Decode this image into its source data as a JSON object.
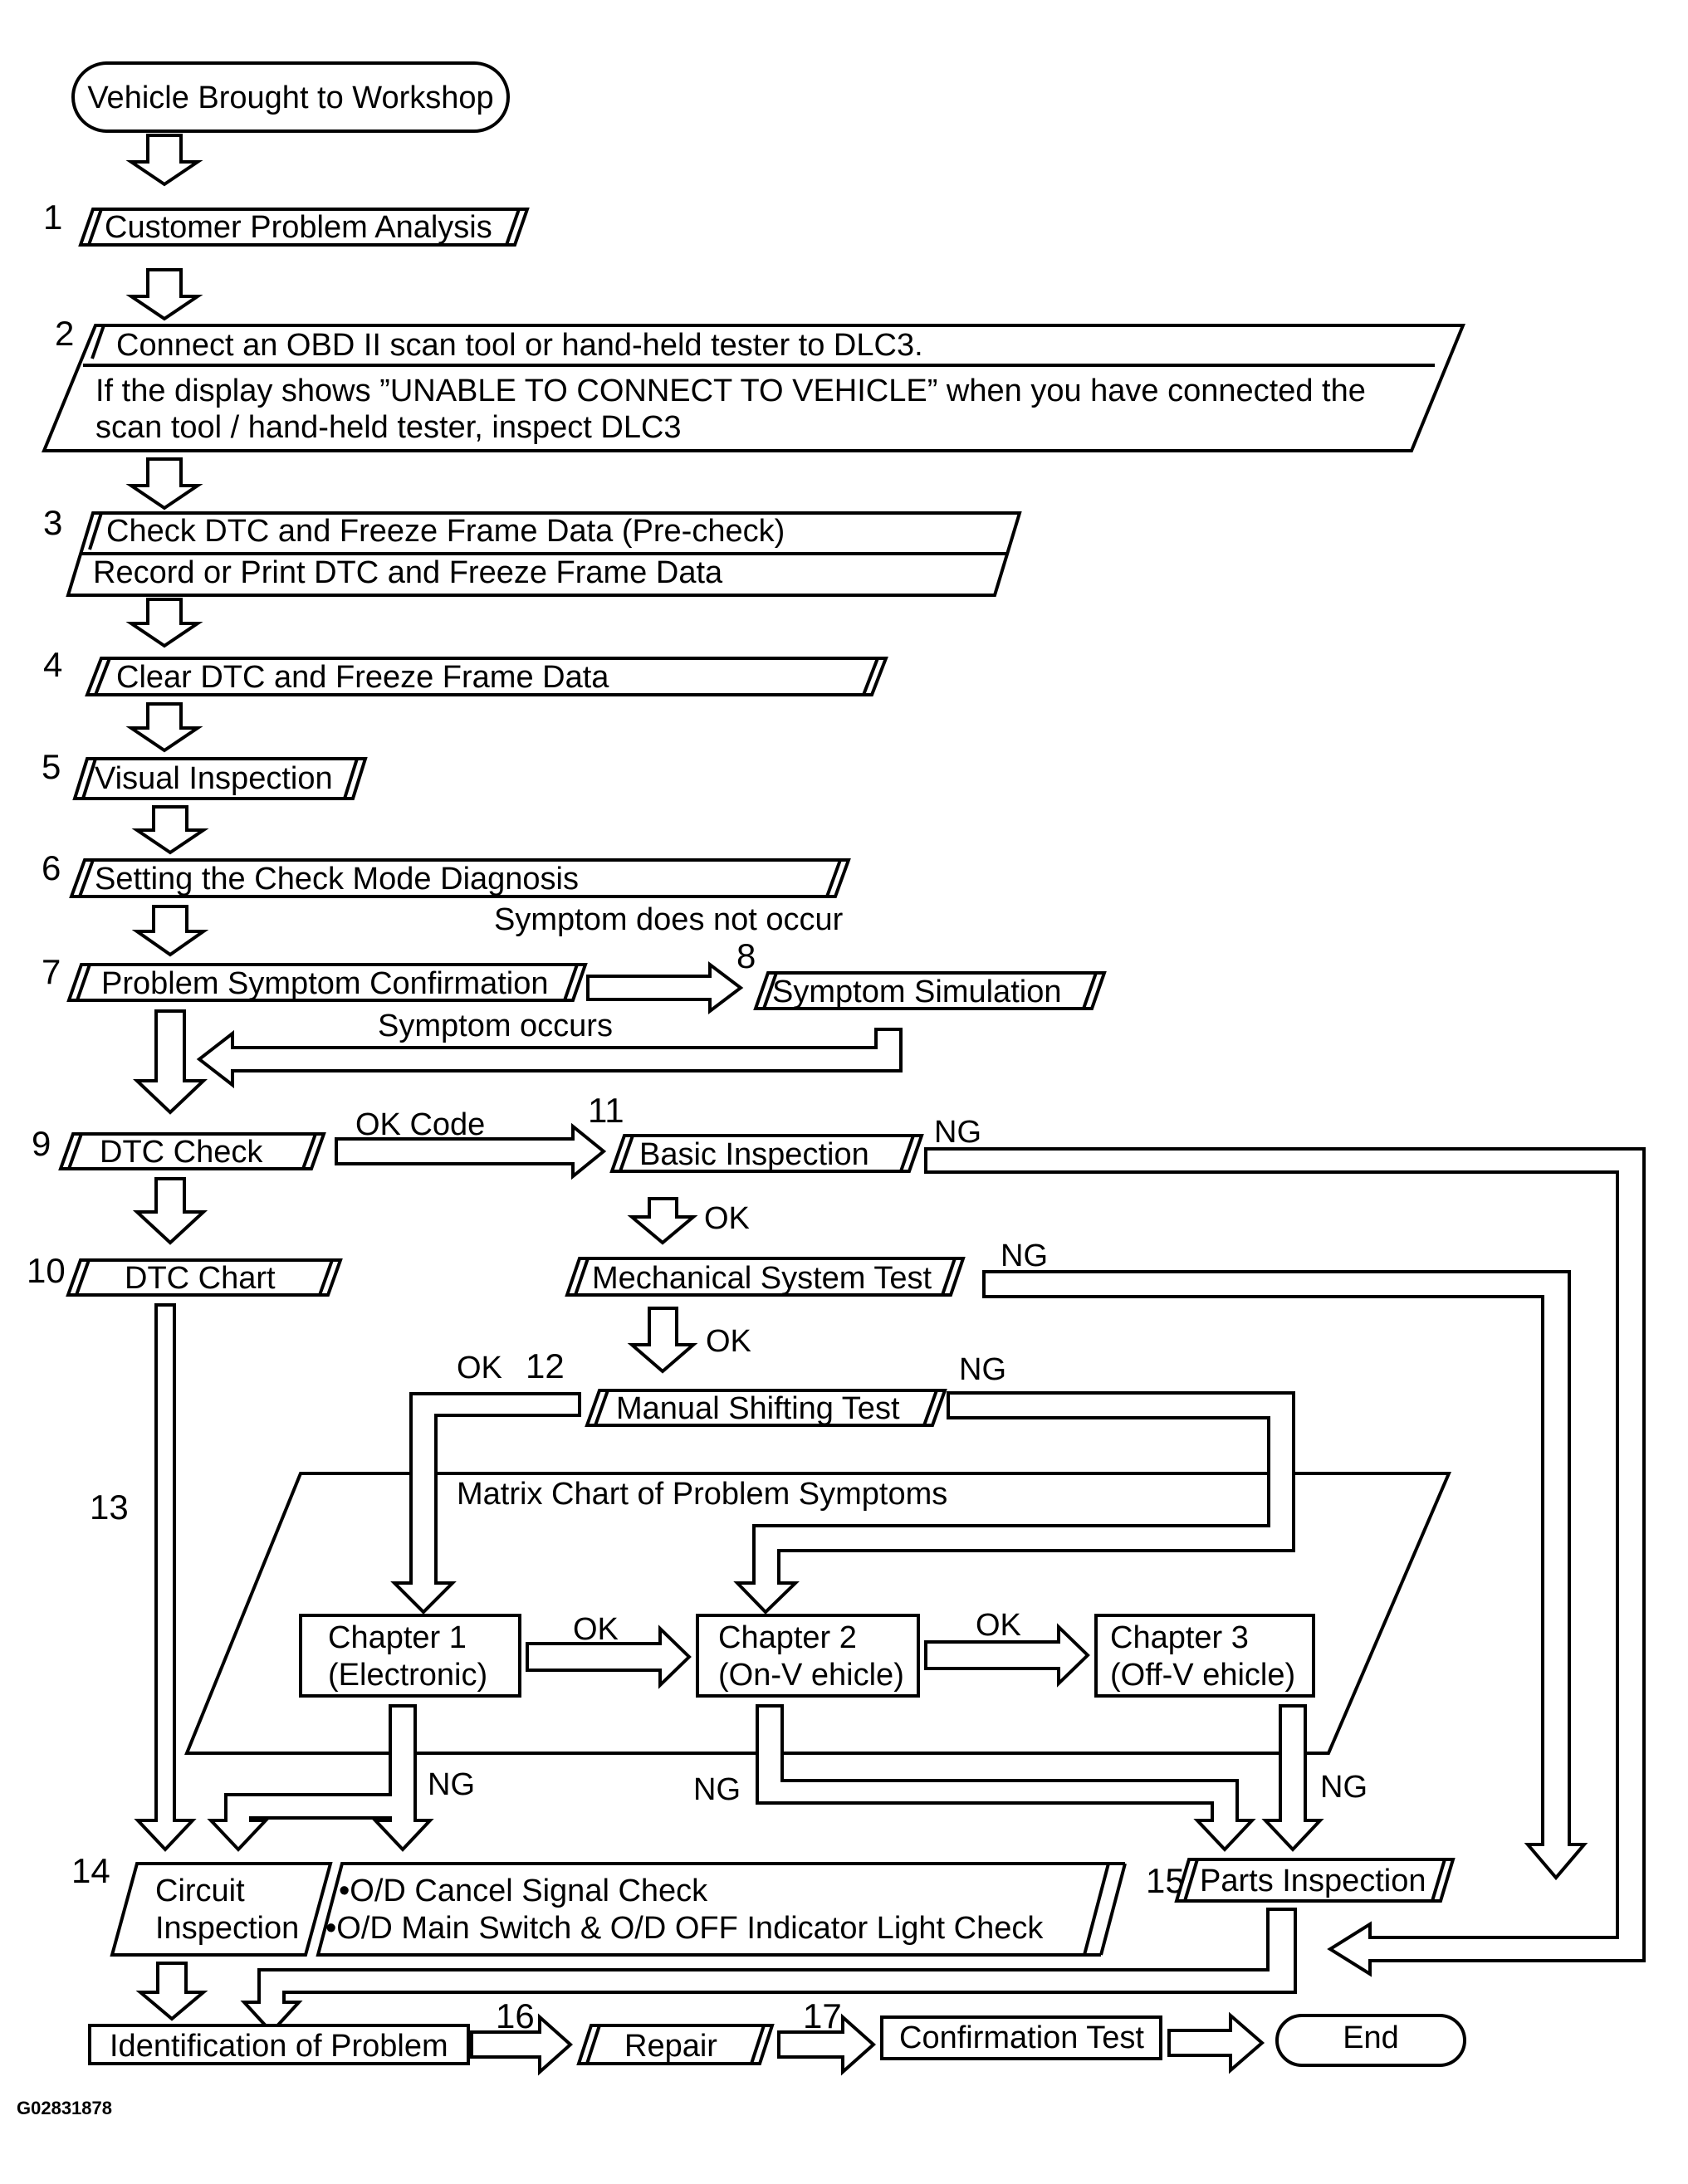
{
  "start": "Vehicle Brought to Workshop",
  "steps": {
    "s1": {
      "num": "1",
      "label": "Customer Problem Analysis"
    },
    "s2": {
      "num": "2",
      "line1": "Connect an OBD II scan tool or hand-held tester to DLC3.",
      "line2": "If the display shows ”UNABLE TO CONNECT TO VEHICLE” when you have connected the",
      "line3": "scan tool / hand-held tester, inspect DLC3"
    },
    "s3": {
      "num": "3",
      "line1": "Check DTC and Freeze Frame Data (Pre-check)",
      "line2": "Record or Print DTC and Freeze Frame Data"
    },
    "s4": {
      "num": "4",
      "label": "Clear DTC and Freeze Frame Data"
    },
    "s5": {
      "num": "5",
      "label": "Visual Inspection"
    },
    "s6": {
      "num": "6",
      "label": "Setting the Check Mode Diagnosis"
    },
    "s7": {
      "num": "7",
      "label": "Problem Symptom Confirmation"
    },
    "s8": {
      "num": "8",
      "label": "Symptom Simulation"
    },
    "s9": {
      "num": "9",
      "label": "DTC Check"
    },
    "s10": {
      "num": "10",
      "label": "DTC Chart"
    },
    "s11": {
      "num": "11",
      "label": "Basic Inspection"
    },
    "mech": {
      "label": "Mechanical System Test"
    },
    "s12": {
      "num": "12",
      "label": "Manual Shifting Test"
    },
    "s13": {
      "num": "13"
    },
    "matrix": {
      "title": "Matrix Chart of Problem Symptoms",
      "ch1": {
        "line1": "Chapter 1",
        "line2": "(Electronic)"
      },
      "ch2": {
        "line1": "Chapter 2",
        "line2": "(On-V ehicle)"
      },
      "ch3": {
        "line1": "Chapter 3",
        "line2": "(Off-V ehicle)"
      }
    },
    "s14": {
      "num": "14",
      "line1": "Circuit",
      "line2": "Inspection",
      "check1": "•O/D Cancel Signal Check",
      "check2": "•O/D Main Switch & O/D OFF Indicator Light Check"
    },
    "s15": {
      "num": "15",
      "label": "Parts Inspection"
    },
    "ident": {
      "label": "Identification of Problem"
    },
    "s16": {
      "num": "16",
      "label": "Repair"
    },
    "s17": {
      "num": "17",
      "label": "Confirmation Test"
    },
    "end": {
      "label": "End"
    }
  },
  "labels": {
    "not_occur": "Symptom does not occur",
    "occurs": "Symptom occurs",
    "ok_code": "OK Code",
    "ok": "OK",
    "ng": "NG"
  },
  "figure_id": "G02831878"
}
